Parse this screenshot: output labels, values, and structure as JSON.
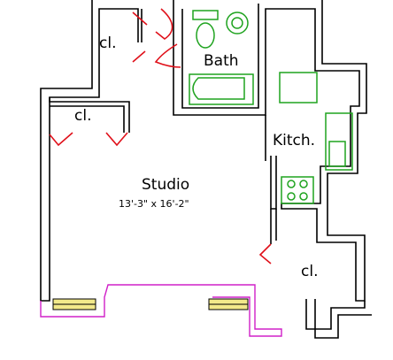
{
  "rooms": {
    "closet_top_left": "cl.",
    "closet_main": "cl.",
    "bath": "Bath",
    "kitchen": "Kitch.",
    "studio": "Studio",
    "studio_dims": "13'-3\" x 16'-2\"",
    "closet_bottom_right": "cl."
  },
  "colors": {
    "wall": "#000000",
    "wall_infill": "#d9d9d9",
    "door": "#e0101a",
    "fixture": "#1fa31f",
    "window": "#d020c8",
    "sill": "#f2e98a"
  }
}
